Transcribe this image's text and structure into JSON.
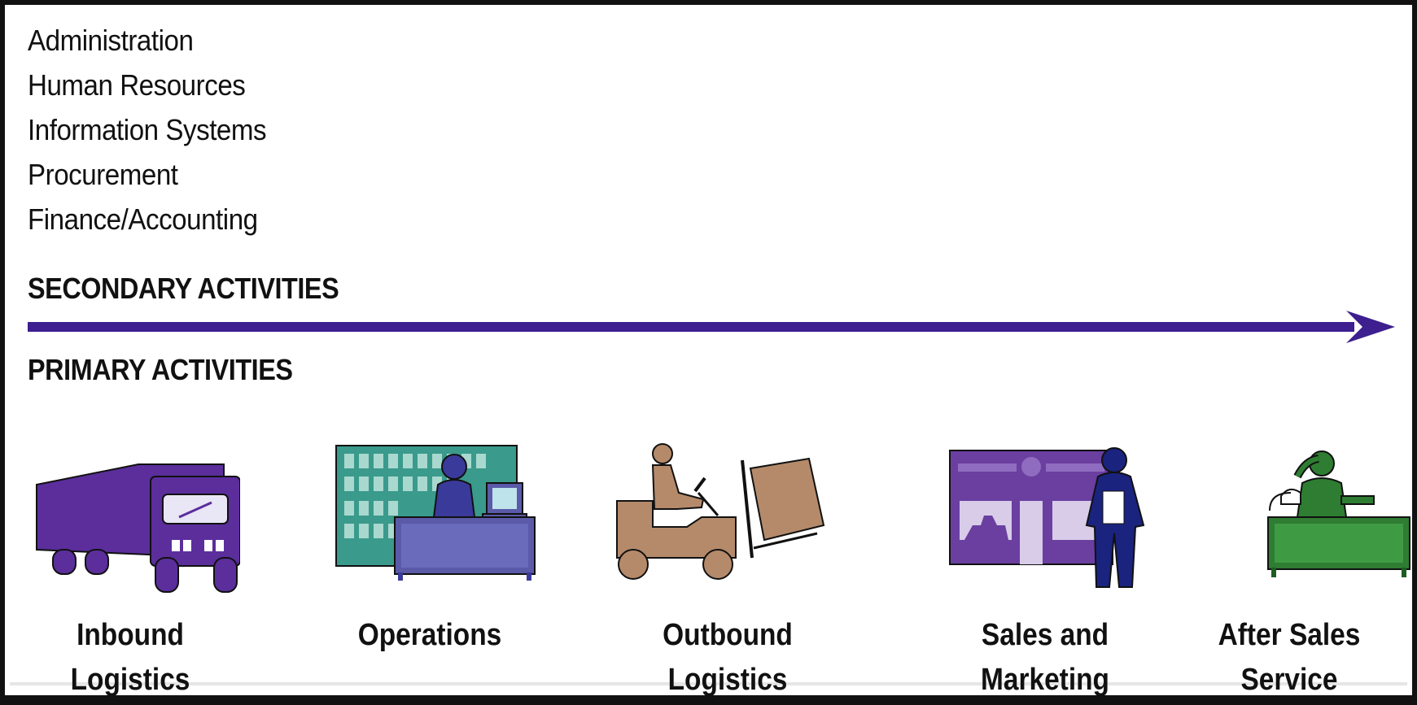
{
  "support_activities": [
    "Administration",
    "Human Resources",
    "Information Systems",
    "Procurement",
    "Finance/Accounting"
  ],
  "headings": {
    "secondary": "SECONDARY ACTIVITIES",
    "primary": "PRIMARY ACTIVITIES"
  },
  "primary_activities": [
    {
      "label": "Inbound\nLogistics",
      "icon": "truck-icon"
    },
    {
      "label": "Operations",
      "icon": "factory-worker-icon"
    },
    {
      "label": "Outbound\nLogistics",
      "icon": "forklift-icon"
    },
    {
      "label": "Sales and\nMarketing",
      "icon": "storefront-salesperson-icon"
    },
    {
      "label": "After Sales\nService",
      "icon": "phone-support-icon"
    }
  ],
  "colors": {
    "arrow": "#3d1f8f",
    "truck": "#5b2e9c",
    "operations_building": "#3a9a8c",
    "operations_desk": "#5a5aa8",
    "forklift": "#b58a6a",
    "sales_store": "#6a3fa0",
    "sales_person": "#1a237e",
    "service_desk": "#2e7d32"
  }
}
